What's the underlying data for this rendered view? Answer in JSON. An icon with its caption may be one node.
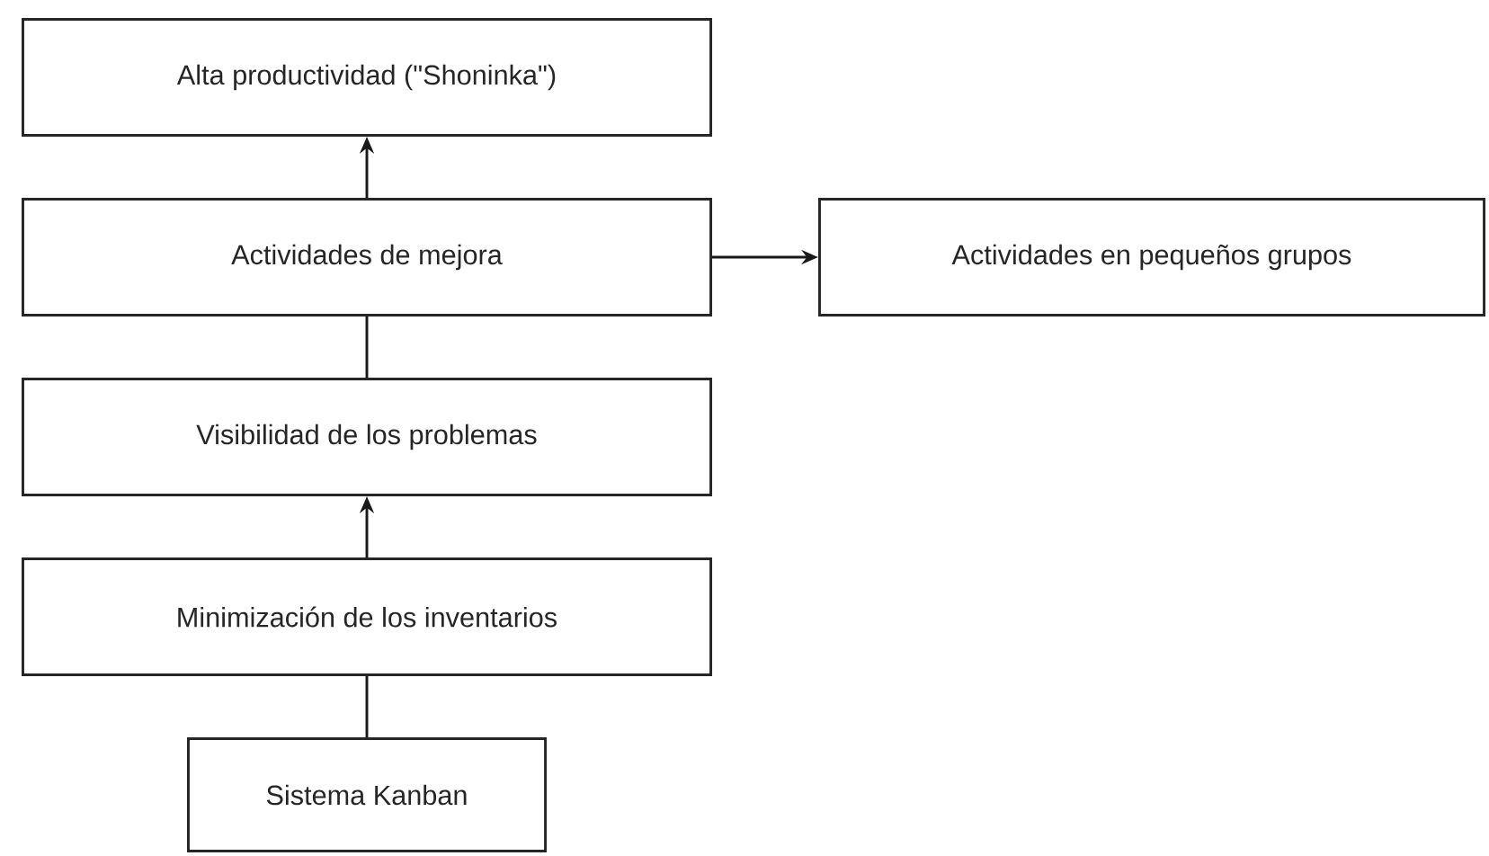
{
  "diagram": {
    "nodes": [
      {
        "text": [
          "Alta productividad (\"Shoninka\")"
        ]
      },
      {
        "text": [
          "Actividades de mejora"
        ]
      },
      {
        "text": [
          "Actividades en pequeños grupos"
        ]
      },
      {
        "text": [
          "Visibilidad de los problemas"
        ]
      },
      {
        "text": [
          "Minimización de los inventarios"
        ]
      },
      {
        "text": [
          "Sistema Kanban"
        ]
      }
    ],
    "edges": [
      {
        "from": 1,
        "to": 0,
        "arrow": "to"
      },
      {
        "from": 1,
        "to": 2,
        "arrow": "to"
      },
      {
        "from": 3,
        "to": 1,
        "arrow": "none"
      },
      {
        "from": 4,
        "to": 3,
        "arrow": "to"
      },
      {
        "from": 5,
        "to": 4,
        "arrow": "none"
      }
    ]
  }
}
